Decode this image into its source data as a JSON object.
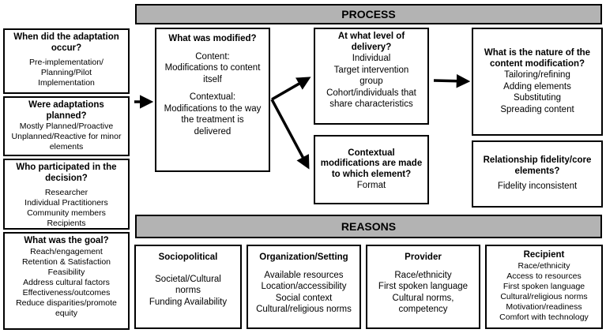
{
  "process": {
    "banner": "PROCESS",
    "when": {
      "title": [
        "When did the adaptation",
        "occur?"
      ],
      "items": [
        "Pre-implementation/",
        "Planning/Pilot",
        "Implementation"
      ]
    },
    "planned": {
      "title": [
        "Were adaptations",
        "planned?"
      ],
      "items": [
        "Mostly Planned/Proactive",
        "Unplanned/Reactive for minor",
        "elements"
      ]
    },
    "who": {
      "title": [
        "Who participated in the",
        "decision?"
      ],
      "items": [
        "Researcher",
        "Individual Practitioners",
        "Community members",
        "Recipients"
      ]
    },
    "goal": {
      "title": [
        "What was the goal?"
      ],
      "items": [
        "Reach/engagement",
        "Retention & Satisfaction",
        "Feasibility",
        "Address cultural factors",
        "Effectiveness/outcomes",
        "Reduce disparities/promote",
        "equity"
      ]
    },
    "modified": {
      "title": [
        "What was modified?"
      ],
      "content": [
        "Content:",
        "Modifications to content",
        "itself"
      ],
      "contextual": [
        "Contextual:",
        "Modifications to the way",
        "the treatment is",
        "delivered"
      ]
    },
    "level": {
      "title": [
        "At what level of",
        "delivery?"
      ],
      "items": [
        "Individual",
        "Target intervention",
        "group",
        "Cohort/individuals that",
        "share characteristics"
      ]
    },
    "contextual_element": {
      "title": [
        "Contextual",
        "modifications are made",
        "to which element?"
      ],
      "items": [
        "Format"
      ]
    },
    "nature": {
      "title": [
        "What is the nature of the",
        "content modification?"
      ],
      "items": [
        "Tailoring/refining",
        "Adding elements",
        "Substituting",
        "Spreading content"
      ]
    },
    "fidelity": {
      "title": [
        "Relationship fidelity/core",
        "elements?"
      ],
      "items": [
        "Fidelity inconsistent"
      ]
    }
  },
  "reasons": {
    "banner": "REASONS",
    "sociopolitical": {
      "title": [
        "Sociopolitical"
      ],
      "items": [
        "Societal/Cultural",
        "norms",
        "Funding Availability"
      ]
    },
    "organization": {
      "title": [
        "Organization/Setting"
      ],
      "items": [
        "Available resources",
        "Location/accessibility",
        "Social context",
        "Cultural/religious norms"
      ]
    },
    "provider": {
      "title": [
        "Provider"
      ],
      "items": [
        "Race/ethnicity",
        "First spoken language",
        "Cultural norms,",
        "competency"
      ]
    },
    "recipient": {
      "title": [
        "Recipient"
      ],
      "items": [
        "Race/ethnicity",
        "Access to resources",
        "First spoken language",
        "Cultural/religious norms",
        "Motivation/readiness",
        "Comfort with technology"
      ]
    }
  }
}
